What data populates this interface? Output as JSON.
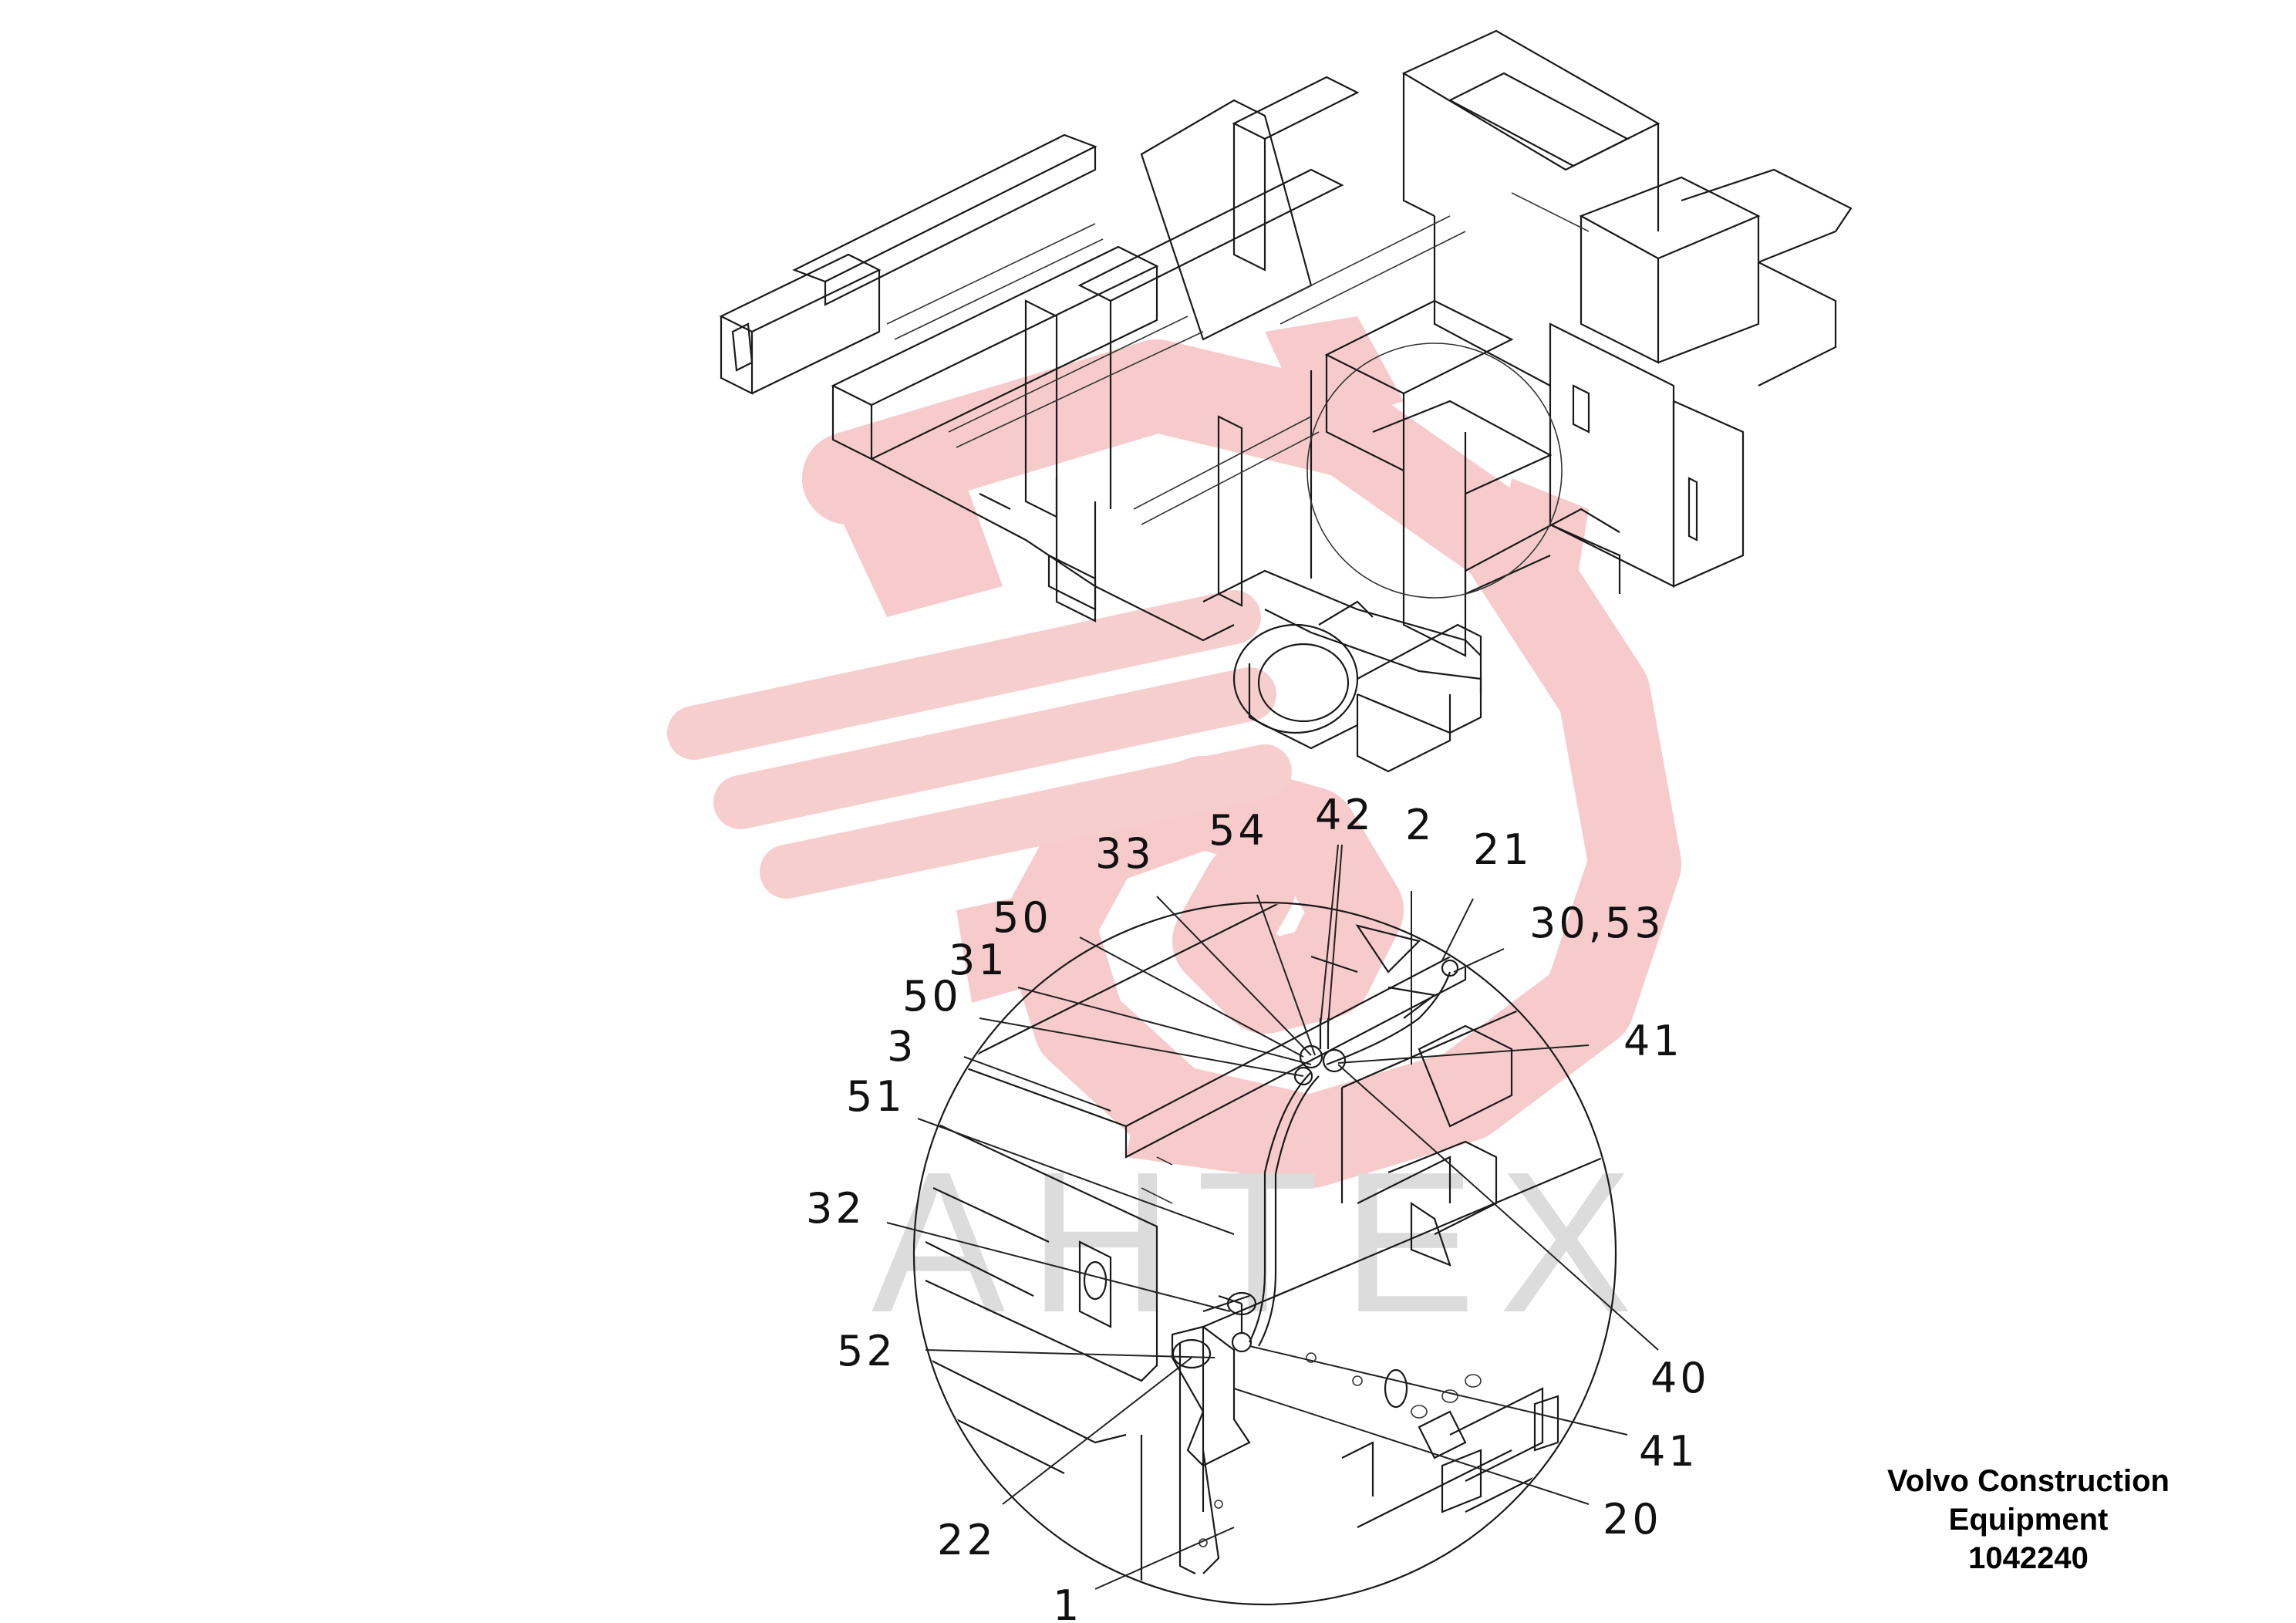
{
  "footer": {
    "line1": "Volvo Construction",
    "line2": "Equipment",
    "part_number": "1042240"
  },
  "watermark": {
    "text": "AHTEX",
    "logo_color": "#f4b6b6",
    "text_color": "#dedede"
  },
  "callouts": {
    "c33": "33",
    "c54": "54",
    "c42": "42",
    "c2": "2",
    "c21": "21",
    "c30_53": "30,53",
    "c50a": "50",
    "c31": "31",
    "c50b": "50",
    "c3": "3",
    "c51": "51",
    "c41a": "41",
    "c32": "32",
    "c52": "52",
    "c40": "40",
    "c41b": "41",
    "c20": "20",
    "c22": "22",
    "c1": "1"
  }
}
